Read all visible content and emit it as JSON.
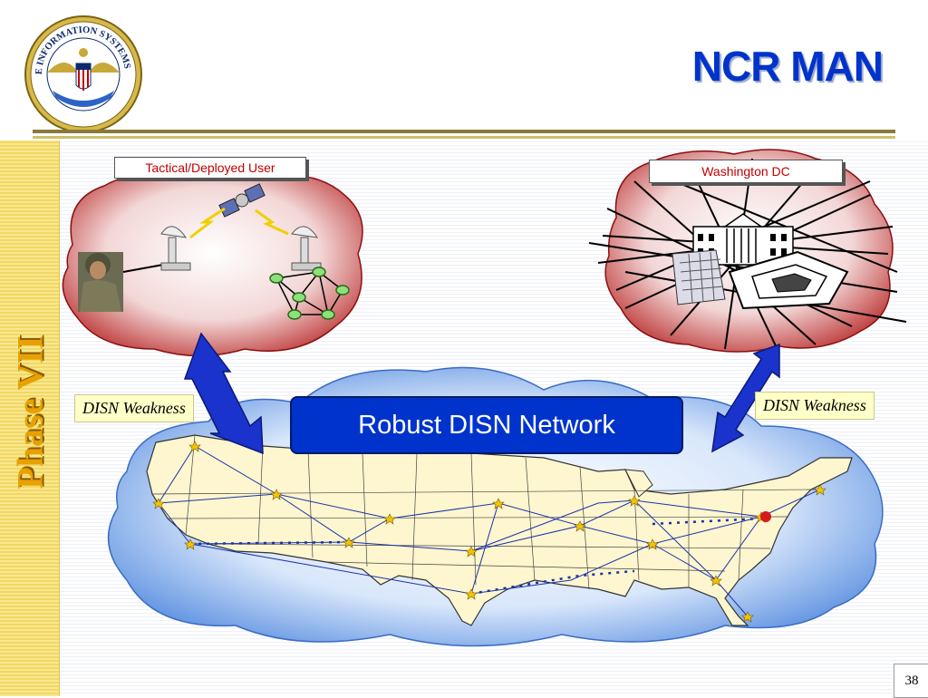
{
  "slide": {
    "title": "NCR MAN",
    "section": "Phase VII",
    "page_number": "38"
  },
  "seal": {
    "text": "DEFENSE INFORMATION SYSTEMS AGENCY"
  },
  "labels": {
    "tactical": "Tactical/Deployed User",
    "washington": "Washington DC",
    "weakness_left": "DISN Weakness",
    "weakness_right": "DISN Weakness",
    "network": "Robust DISN Network"
  },
  "colors": {
    "title": "#0033cc",
    "network_box": "#0033cc",
    "label_text": "#c00000",
    "arrow": "#1a33cc",
    "sidebar_text": "#e8a100"
  },
  "icons": [
    "seal-icon",
    "soldier-icon",
    "satellite-dish-icon",
    "satellite-icon",
    "mesh-network-icon",
    "white-house-icon",
    "pentagon-icon",
    "us-map-icon"
  ]
}
